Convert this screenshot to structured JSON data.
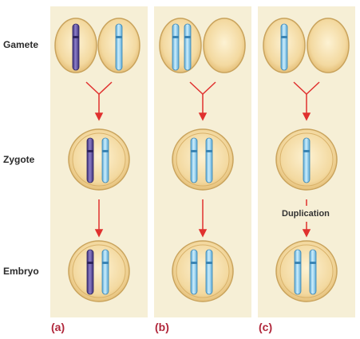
{
  "rows": {
    "gamete": "Gamete",
    "zygote": "Zygote",
    "embryo": "Embryo"
  },
  "panels": [
    {
      "label": "(a)"
    },
    {
      "label": "(b)"
    },
    {
      "label": "(c)",
      "annotation": "Duplication"
    }
  ],
  "colors": {
    "panel_bg": "#f6efd6",
    "cell_fill": "#f3d9a0",
    "cell_edge": "#c9a35c",
    "maternal_chromosome": "#5c4e9c",
    "paternal_chromosome": "#8fd0f0",
    "arrow": "#e0312f",
    "panel_label": "#b0263a"
  }
}
